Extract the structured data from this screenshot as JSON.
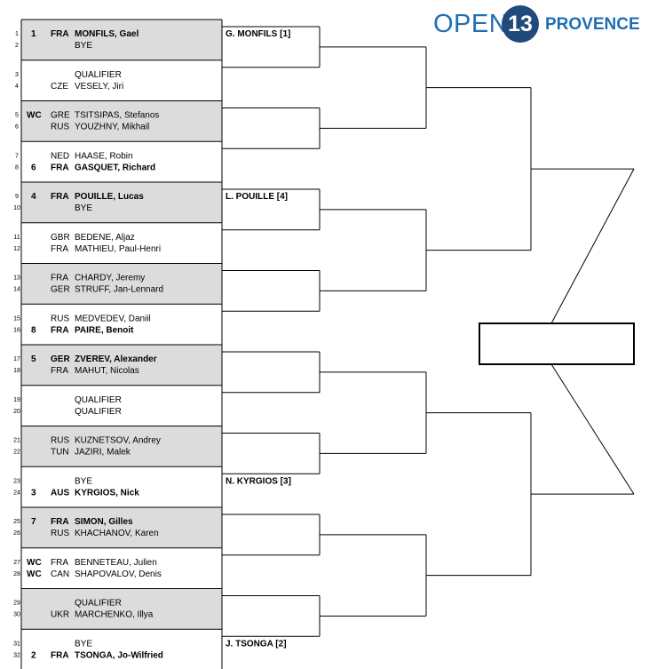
{
  "logo": {
    "open": "OPEN",
    "number": "13",
    "region": "PROVENCE"
  },
  "colors": {
    "shade": "#dcdcdc",
    "line": "#000000",
    "logo_blue": "#1f6fb3",
    "logo_dark": "#1f4a7a"
  },
  "players": [
    {
      "num": "1",
      "seed": "1",
      "country": "FRA",
      "name": "MONFILS, Gael",
      "bold": true
    },
    {
      "num": "2",
      "seed": "",
      "country": "",
      "name": "BYE",
      "bold": false
    },
    {
      "num": "3",
      "seed": "",
      "country": "",
      "name": "QUALIFIER",
      "bold": false
    },
    {
      "num": "4",
      "seed": "",
      "country": "CZE",
      "name": "VESELY, Jiri",
      "bold": false
    },
    {
      "num": "5",
      "seed": "WC",
      "country": "GRE",
      "name": "TSITSIPAS, Stefanos",
      "bold": false
    },
    {
      "num": "6",
      "seed": "",
      "country": "RUS",
      "name": "YOUZHNY, Mikhail",
      "bold": false
    },
    {
      "num": "7",
      "seed": "",
      "country": "NED",
      "name": "HAASE, Robin",
      "bold": false
    },
    {
      "num": "8",
      "seed": "6",
      "country": "FRA",
      "name": "GASQUET, Richard",
      "bold": true
    },
    {
      "num": "9",
      "seed": "4",
      "country": "FRA",
      "name": "POUILLE, Lucas",
      "bold": true
    },
    {
      "num": "10",
      "seed": "",
      "country": "",
      "name": "BYE",
      "bold": false
    },
    {
      "num": "11",
      "seed": "",
      "country": "GBR",
      "name": "BEDENE, Aljaz",
      "bold": false
    },
    {
      "num": "12",
      "seed": "",
      "country": "FRA",
      "name": "MATHIEU, Paul-Henri",
      "bold": false
    },
    {
      "num": "13",
      "seed": "",
      "country": "FRA",
      "name": "CHARDY, Jeremy",
      "bold": false
    },
    {
      "num": "14",
      "seed": "",
      "country": "GER",
      "name": "STRUFF, Jan-Lennard",
      "bold": false
    },
    {
      "num": "15",
      "seed": "",
      "country": "RUS",
      "name": "MEDVEDEV, Daniil",
      "bold": false
    },
    {
      "num": "16",
      "seed": "8",
      "country": "FRA",
      "name": "PAIRE, Benoit",
      "bold": true
    },
    {
      "num": "17",
      "seed": "5",
      "country": "GER",
      "name": "ZVEREV, Alexander",
      "bold": true
    },
    {
      "num": "18",
      "seed": "",
      "country": "FRA",
      "name": "MAHUT, Nicolas",
      "bold": false
    },
    {
      "num": "19",
      "seed": "",
      "country": "",
      "name": "QUALIFIER",
      "bold": false
    },
    {
      "num": "20",
      "seed": "",
      "country": "",
      "name": "QUALIFIER",
      "bold": false
    },
    {
      "num": "21",
      "seed": "",
      "country": "RUS",
      "name": "KUZNETSOV, Andrey",
      "bold": false
    },
    {
      "num": "22",
      "seed": "",
      "country": "TUN",
      "name": "JAZIRI, Malek",
      "bold": false
    },
    {
      "num": "23",
      "seed": "",
      "country": "",
      "name": "BYE",
      "bold": false
    },
    {
      "num": "24",
      "seed": "3",
      "country": "AUS",
      "name": "KYRGIOS, Nick",
      "bold": true
    },
    {
      "num": "25",
      "seed": "7",
      "country": "FRA",
      "name": "SIMON, Gilles",
      "bold": true
    },
    {
      "num": "26",
      "seed": "",
      "country": "RUS",
      "name": "KHACHANOV, Karen",
      "bold": false
    },
    {
      "num": "27",
      "seed": "WC",
      "country": "FRA",
      "name": "BENNETEAU, Julien",
      "bold": false
    },
    {
      "num": "28",
      "seed": "WC",
      "country": "CAN",
      "name": "SHAPOVALOV, Denis",
      "bold": false
    },
    {
      "num": "29",
      "seed": "",
      "country": "",
      "name": "QUALIFIER",
      "bold": false
    },
    {
      "num": "30",
      "seed": "",
      "country": "UKR",
      "name": "MARCHENKO, Illya",
      "bold": false
    },
    {
      "num": "31",
      "seed": "",
      "country": "",
      "name": "BYE",
      "bold": false
    },
    {
      "num": "32",
      "seed": "2",
      "country": "FRA",
      "name": "TSONGA, Jo-Wilfried",
      "bold": true
    }
  ],
  "round2": [
    {
      "match": 1,
      "name": "G. MONFILS [1]"
    },
    {
      "match": 5,
      "name": "L. POUILLE [4]"
    },
    {
      "match": 12,
      "name": "N. KYRGIOS [3]"
    },
    {
      "match": 16,
      "name": "J. TSONGA [2]"
    }
  ]
}
